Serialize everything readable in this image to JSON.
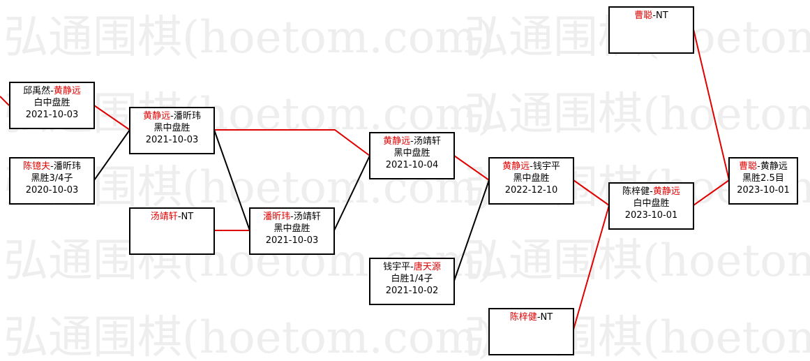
{
  "watermark": {
    "text": "弘通围棋(hoetom.com)",
    "color": "#eeeeee"
  },
  "colors": {
    "winner": "#e00000",
    "loser": "#000000",
    "link_red": "#e00000",
    "link_black": "#000000"
  },
  "games": [
    {
      "id": "g1",
      "p1": "邱禹然",
      "p2": "黄静远",
      "winner": 2,
      "result": "白中盘胜",
      "date": "2021-10-03"
    },
    {
      "id": "g2",
      "p1": "陈镱夫",
      "p2": "潘昕玮",
      "winner": 1,
      "result": "黑胜3/4子",
      "date": "2020-10-03"
    },
    {
      "id": "g3",
      "p1": "黄静远",
      "p2": "潘昕玮",
      "winner": 1,
      "result": "黑中盘胜",
      "date": "2021-10-03"
    },
    {
      "id": "g4",
      "p1": "汤靖轩",
      "p2": "NT",
      "winner": 1,
      "result": "",
      "date": ""
    },
    {
      "id": "g5",
      "p1": "潘昕玮",
      "p2": "汤靖轩",
      "winner": 1,
      "result": "黑中盘胜",
      "date": "2021-10-03"
    },
    {
      "id": "g6",
      "p1": "黄静远",
      "p2": "汤靖轩",
      "winner": 1,
      "result": "黑中盘胜",
      "date": "2021-10-04"
    },
    {
      "id": "g7",
      "p1": "钱宇平",
      "p2": "唐天源",
      "winner": 2,
      "result": "白胜1/4子",
      "date": "2021-10-02"
    },
    {
      "id": "g8",
      "p1": "黄静远",
      "p2": "钱宇平",
      "winner": 1,
      "result": "黑中盘胜",
      "date": "2022-12-10"
    },
    {
      "id": "g9",
      "p1": "陈梓健",
      "p2": "NT",
      "winner": 1,
      "result": "",
      "date": ""
    },
    {
      "id": "g10",
      "p1": "陈梓健",
      "p2": "黄静远",
      "winner": 2,
      "result": "白中盘胜",
      "date": "2023-10-01"
    },
    {
      "id": "g11",
      "p1": "曹聪",
      "p2": "NT",
      "winner": 1,
      "result": "",
      "date": ""
    },
    {
      "id": "g12",
      "p1": "曹聪",
      "p2": "黄静远",
      "winner": 1,
      "result": "黑胜2.5目",
      "date": "2023-10-01"
    }
  ]
}
